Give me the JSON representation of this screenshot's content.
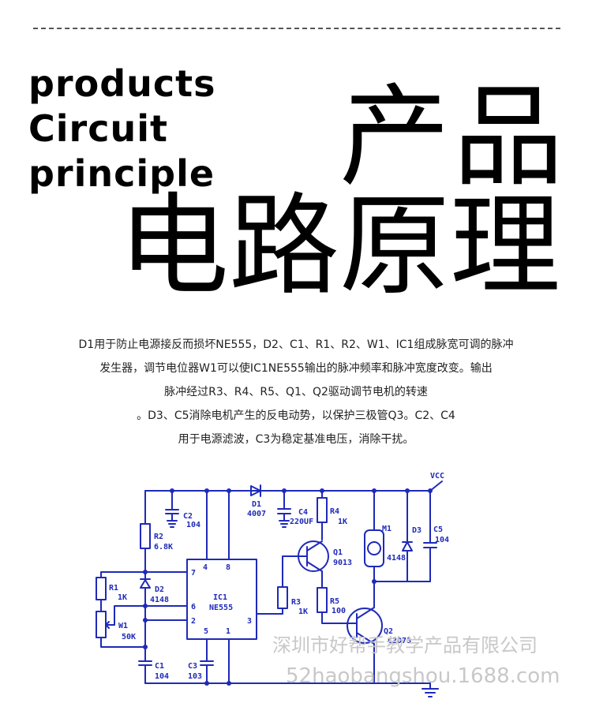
{
  "header": {
    "title_en": [
      "products",
      "Circuit",
      "principle"
    ],
    "title_cn_line1": "产品",
    "title_cn_line2": "电路原理"
  },
  "description": [
    "D1用于防止电源接反而损坏NE555，D2、C1、R1、R2、W1、IC1组成脉宽可调的脉冲",
    "发生器，调节电位器W1可以使IC1NE555输出的脉冲频率和脉冲宽度改变。输出",
    "脉冲经过R3、R4、R5、Q1、Q2驱动调节电机的转速",
    "。D3、C5消除电机产生的反电动势，以保护三极管Q3。C2、C4",
    "用于电源滤波，C3为稳定基准电压，消除干扰。"
  ],
  "schematic": {
    "vcc": "VCC",
    "d1": {
      "name": "D1",
      "value": "4007"
    },
    "c4": {
      "name": "C4",
      "value": "220UF"
    },
    "c2": {
      "name": "C2",
      "value": "104"
    },
    "r2": {
      "name": "R2",
      "value": "6.8K"
    },
    "r4": {
      "name": "R4",
      "value": "1K"
    },
    "m1": {
      "name": "M1"
    },
    "d3": {
      "name": "D3",
      "value": "4148"
    },
    "c5": {
      "name": "C5",
      "value": "104"
    },
    "q1": {
      "name": "Q1",
      "value": "9013"
    },
    "r1": {
      "name": "R1",
      "value": "1K"
    },
    "d2": {
      "name": "D2",
      "value": "4148"
    },
    "w1": {
      "name": "W1",
      "value": "50K"
    },
    "ic1": {
      "name": "IC1",
      "value": "NE555"
    },
    "r3": {
      "name": "R3",
      "value": "1K"
    },
    "r5": {
      "name": "R5",
      "value": "100"
    },
    "q2": {
      "name": "Q2",
      "value": "C2073"
    },
    "c1": {
      "name": "C1",
      "value": "104"
    },
    "c3": {
      "name": "C3",
      "value": "103"
    },
    "pins": {
      "p4": "4",
      "p8": "8",
      "p7": "7",
      "p6": "6",
      "p2": "2",
      "p5": "5",
      "p1": "1",
      "p3": "3"
    }
  },
  "watermark": {
    "company": "深圳市好帮手教学产品有限公司",
    "url": "52haobangshou.1688.com"
  },
  "colors": {
    "wire": "#1f2ab8",
    "label": "#1f2ab8",
    "text": "#000000"
  }
}
